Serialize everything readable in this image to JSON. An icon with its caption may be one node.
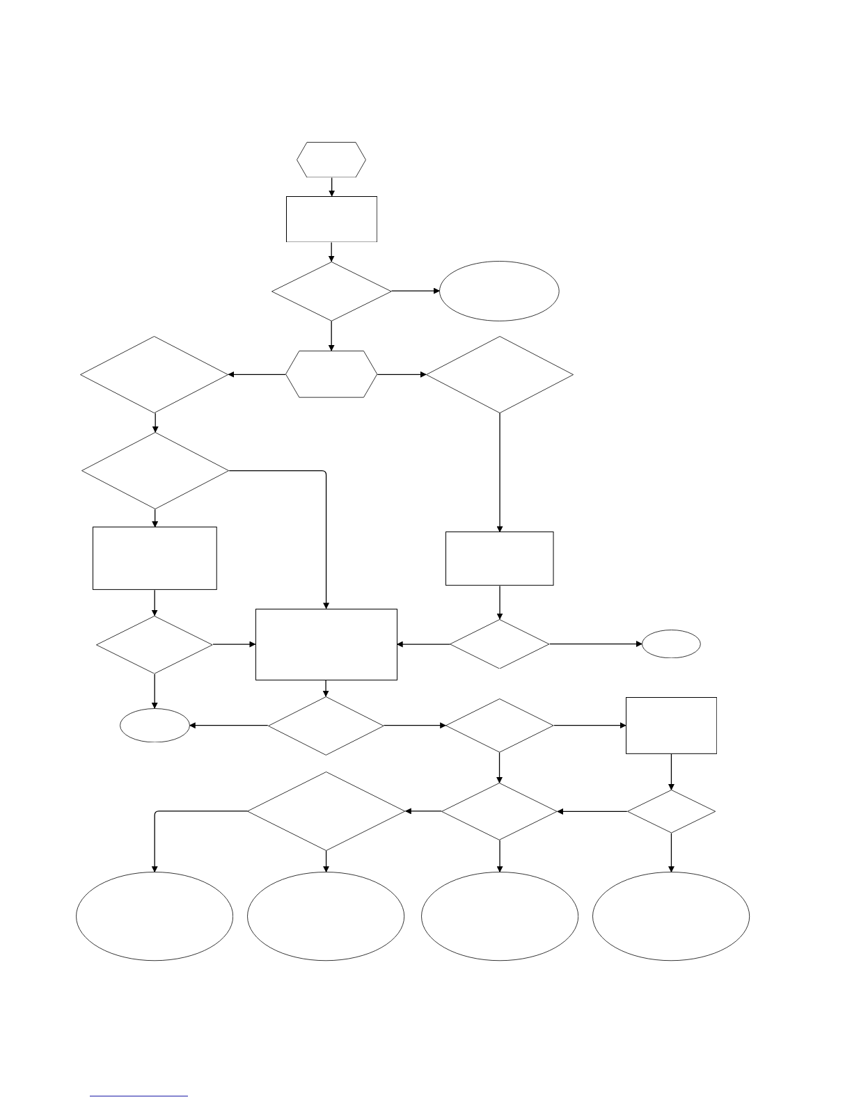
{
  "diagram": {
    "nodes": [
      {
        "text": [],
        "shape": "hexagon"
      },
      {
        "text": [],
        "shape": "box"
      },
      {
        "text": [],
        "shape": "diamond"
      },
      {
        "text": [],
        "shape": "ellipse"
      },
      {
        "text": [],
        "shape": "diamond"
      },
      {
        "text": [],
        "shape": "hexagon"
      },
      {
        "text": [],
        "shape": "diamond"
      },
      {
        "text": [],
        "shape": "diamond"
      },
      {
        "text": [],
        "shape": "box"
      },
      {
        "text": [],
        "shape": "box"
      },
      {
        "text": [],
        "shape": "diamond"
      },
      {
        "text": [],
        "shape": "box"
      },
      {
        "text": [],
        "shape": "diamond"
      },
      {
        "text": [],
        "shape": "ellipse"
      },
      {
        "text": [],
        "shape": "ellipse"
      },
      {
        "text": [],
        "shape": "diamond"
      },
      {
        "text": [],
        "shape": "diamond"
      },
      {
        "text": [],
        "shape": "box"
      },
      {
        "text": [],
        "shape": "diamond"
      },
      {
        "text": [],
        "shape": "diamond"
      },
      {
        "text": [],
        "shape": "diamond"
      },
      {
        "text": [],
        "shape": "ellipse"
      },
      {
        "text": [],
        "shape": "ellipse"
      },
      {
        "text": [],
        "shape": "ellipse"
      },
      {
        "text": [],
        "shape": "ellipse"
      }
    ],
    "edges": [
      {
        "from": 0,
        "to": 1,
        "arrow": "to"
      },
      {
        "from": 1,
        "to": 2,
        "arrow": "to"
      },
      {
        "from": 2,
        "to": 3,
        "arrow": "to"
      },
      {
        "from": 2,
        "to": 5,
        "arrow": "to"
      },
      {
        "from": 5,
        "to": 4,
        "arrow": "to"
      },
      {
        "from": 5,
        "to": 6,
        "arrow": "to"
      },
      {
        "from": 4,
        "to": 7,
        "arrow": "to"
      },
      {
        "from": 7,
        "to": 8,
        "arrow": "to"
      },
      {
        "from": 7,
        "to": 11,
        "arrow": "to"
      },
      {
        "from": 6,
        "to": 9,
        "arrow": "to"
      },
      {
        "from": 8,
        "to": 10,
        "arrow": "to"
      },
      {
        "from": 10,
        "to": 11,
        "arrow": "to"
      },
      {
        "from": 10,
        "to": 14,
        "arrow": "to"
      },
      {
        "from": 9,
        "to": 12,
        "arrow": "to"
      },
      {
        "from": 12,
        "to": 11,
        "arrow": "to"
      },
      {
        "from": 12,
        "to": 13,
        "arrow": "to"
      },
      {
        "from": 11,
        "to": 15,
        "arrow": "to"
      },
      {
        "from": 15,
        "to": 14,
        "arrow": "to"
      },
      {
        "from": 15,
        "to": 16,
        "arrow": "to"
      },
      {
        "from": 16,
        "to": 17,
        "arrow": "to"
      },
      {
        "from": 16,
        "to": 19,
        "arrow": "to"
      },
      {
        "from": 17,
        "to": 20,
        "arrow": "to"
      },
      {
        "from": 20,
        "to": 19,
        "arrow": "to"
      },
      {
        "from": 19,
        "to": 18,
        "arrow": "to"
      },
      {
        "from": 18,
        "to": 21,
        "arrow": "to"
      },
      {
        "from": 18,
        "to": 22,
        "arrow": "to"
      },
      {
        "from": 19,
        "to": 23,
        "arrow": "to"
      },
      {
        "from": 20,
        "to": 24,
        "arrow": "to"
      }
    ]
  }
}
